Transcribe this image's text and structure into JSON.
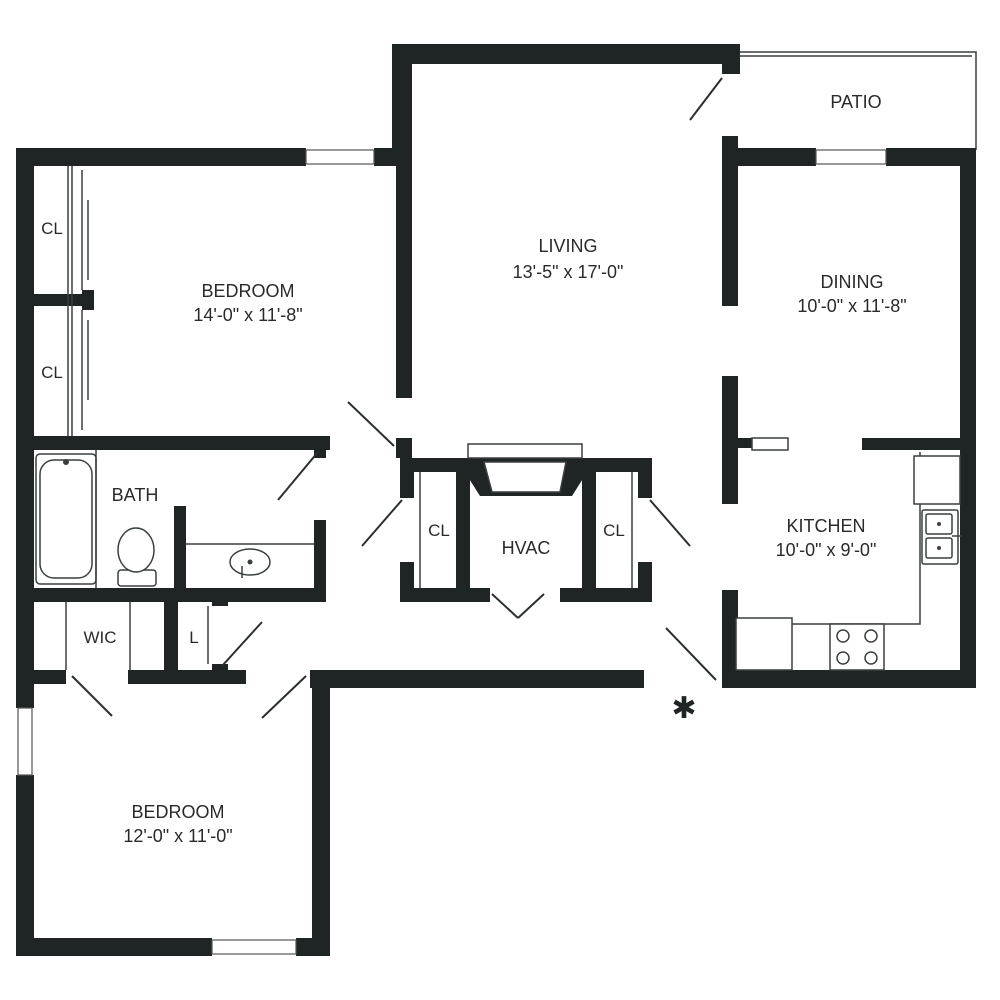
{
  "rooms": {
    "patio": {
      "name": "PATIO"
    },
    "living": {
      "name": "LIVING",
      "size": "13'-5\" x 17'-0\""
    },
    "dining": {
      "name": "DINING",
      "size": "10'-0\" x 11'-8\""
    },
    "bedroom_main": {
      "name": "BEDROOM",
      "size": "14'-0\" x 11'-8\""
    },
    "bedroom_second": {
      "name": "BEDROOM",
      "size": "12'-0\" x 11'-0\""
    },
    "kitchen": {
      "name": "KITCHEN",
      "size": "10'-0\" x 9'-0\""
    },
    "bath": {
      "name": "BATH"
    },
    "hvac": {
      "name": "HVAC"
    },
    "wic": {
      "name": "WIC"
    },
    "linen": {
      "name": "L"
    },
    "closet_top": {
      "name": "CL"
    },
    "closet_mid": {
      "name": "CL"
    },
    "closet_hvac_left": {
      "name": "CL"
    },
    "closet_hvac_right": {
      "name": "CL"
    }
  },
  "entry_marker": "✱"
}
